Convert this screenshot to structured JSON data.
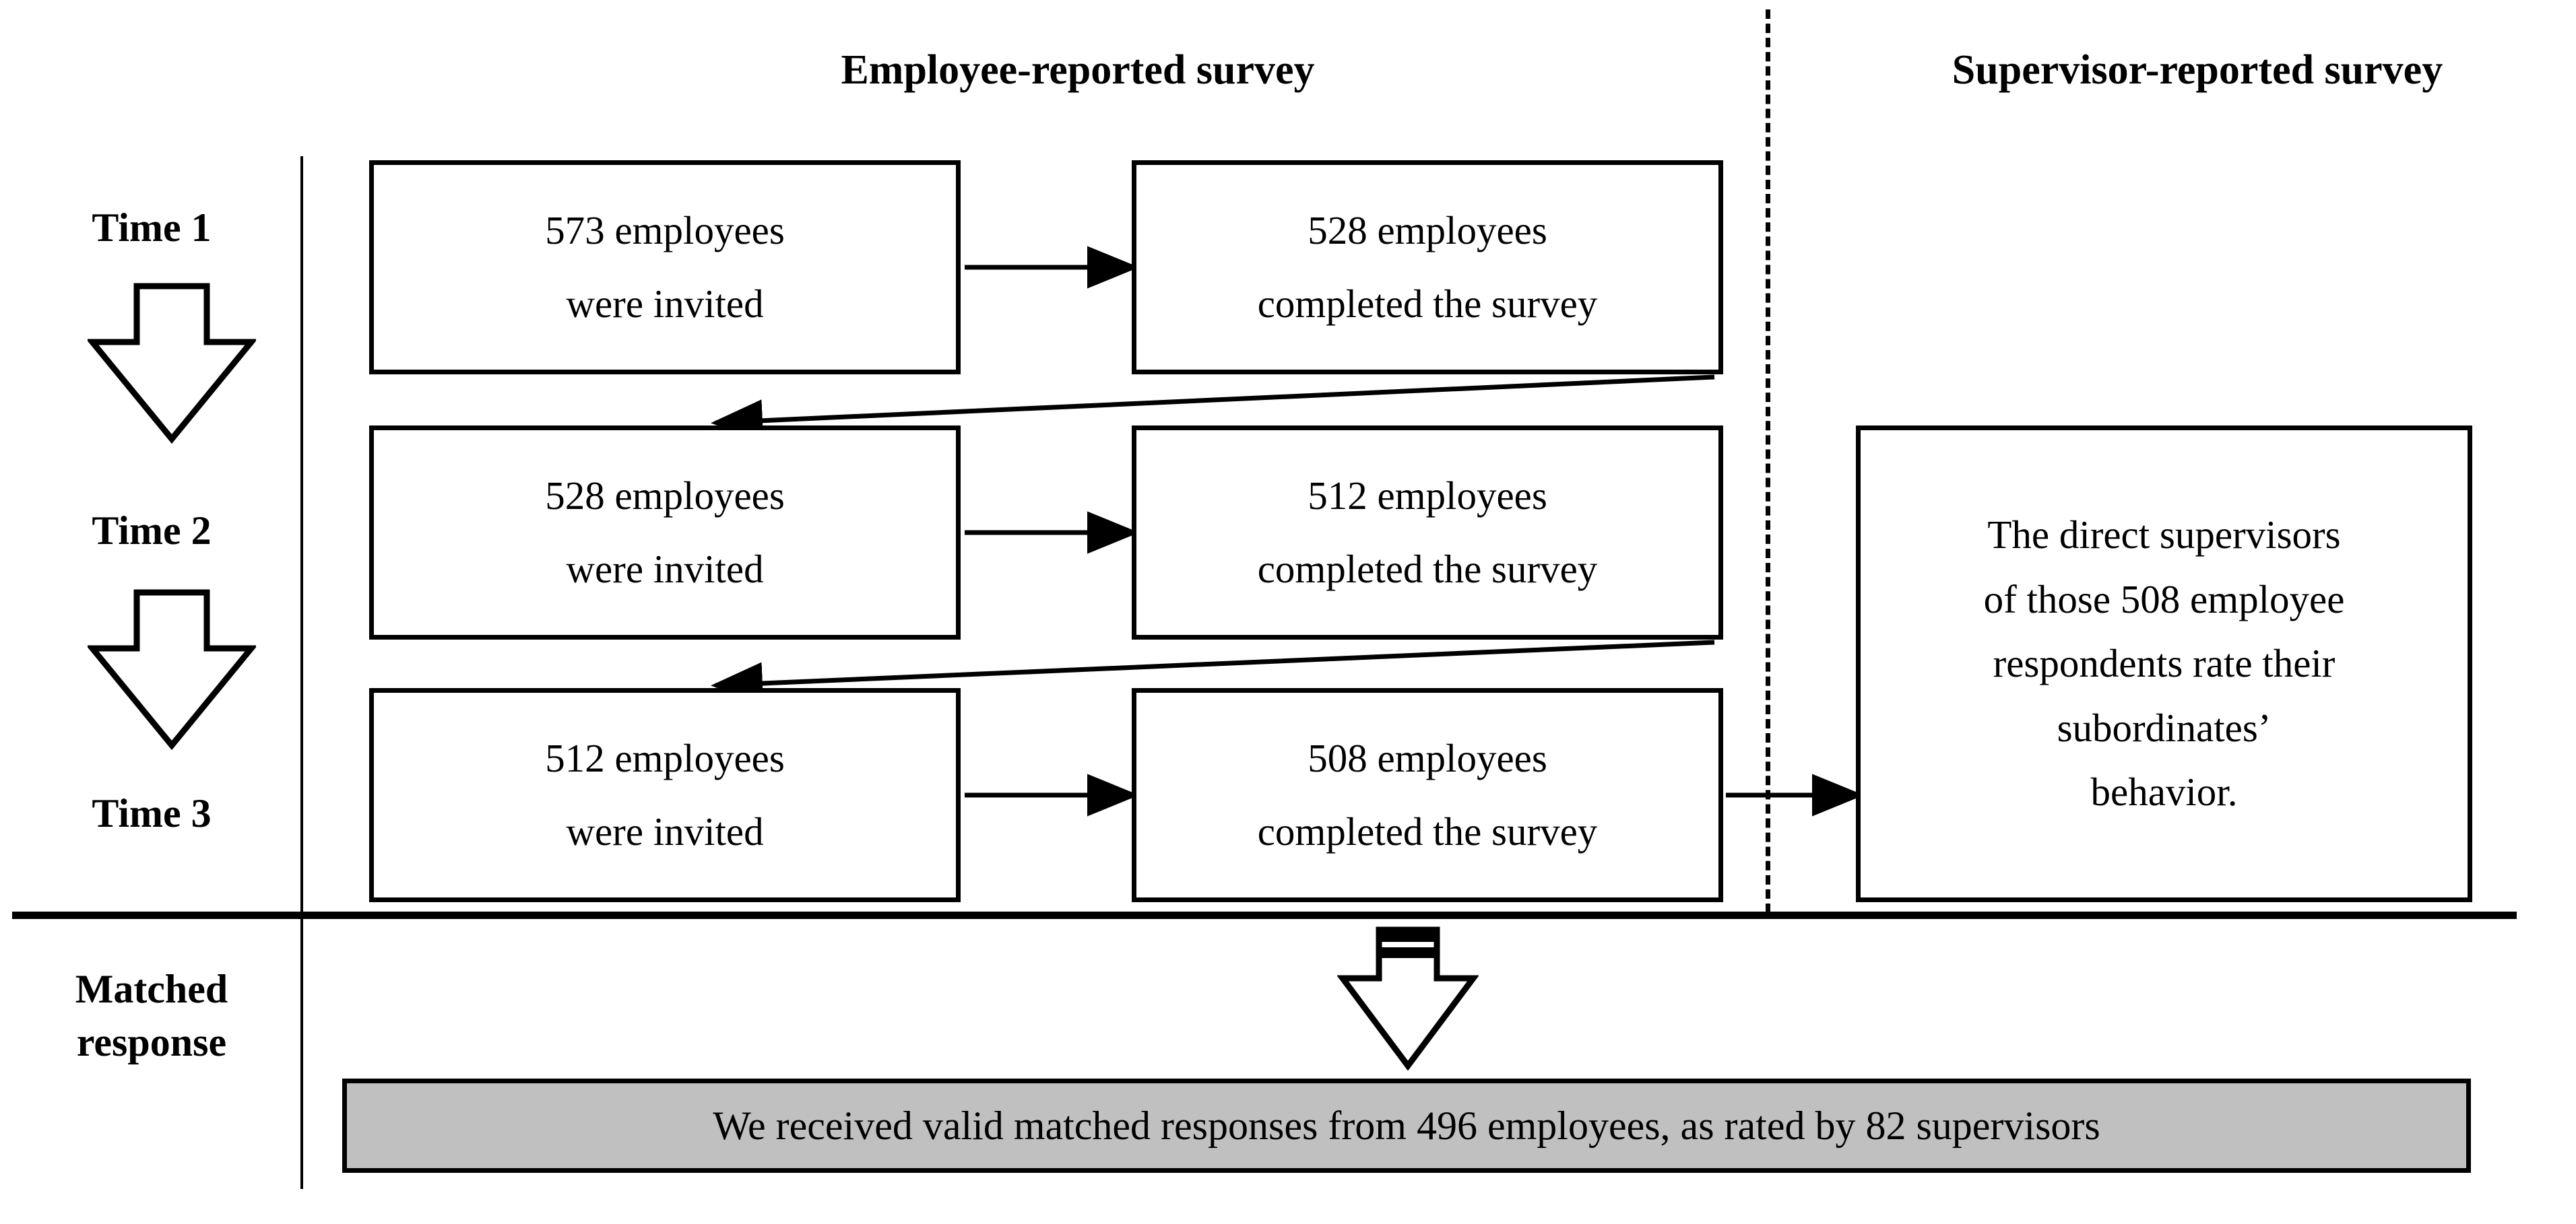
{
  "headings": {
    "employee": "Employee-reported survey",
    "supervisor": "Supervisor-reported survey"
  },
  "timeline": {
    "labels": [
      "Time 1",
      "Time 2",
      "Time 3"
    ],
    "matched_label_line1": "Matched",
    "matched_label_line2": "response"
  },
  "rows": [
    {
      "invited_line1": "573 employees",
      "invited_line2": "were invited",
      "completed_line1": "528 employees",
      "completed_line2": "completed the survey"
    },
    {
      "invited_line1": "528 employees",
      "invited_line2": "were invited",
      "completed_line1": "512 employees",
      "completed_line2": "completed the survey"
    },
    {
      "invited_line1": "512 employees",
      "invited_line2": "were invited",
      "completed_line1": "508 employees",
      "completed_line2": "completed the survey"
    }
  ],
  "supervisor_box": {
    "line1": "The direct supervisors",
    "line2": "of those 508 employee",
    "line3": "respondents rate their",
    "line4": "subordinates’",
    "line5": "behavior."
  },
  "matched_box": {
    "text": "We received valid matched responses from 496 employees, as rated by 82 supervisors"
  },
  "chart_data": {
    "type": "diagram",
    "title": "Survey data collection flow",
    "nodes": [
      {
        "id": "t1-invited",
        "time": "Time 1",
        "column": "employee-reported",
        "value": 573,
        "label": "573 employees were invited"
      },
      {
        "id": "t1-completed",
        "time": "Time 1",
        "column": "employee-reported",
        "value": 528,
        "label": "528 employees completed the survey"
      },
      {
        "id": "t2-invited",
        "time": "Time 2",
        "column": "employee-reported",
        "value": 528,
        "label": "528 employees were invited"
      },
      {
        "id": "t2-completed",
        "time": "Time 2",
        "column": "employee-reported",
        "value": 512,
        "label": "512 employees completed the survey"
      },
      {
        "id": "t3-invited",
        "time": "Time 3",
        "column": "employee-reported",
        "value": 512,
        "label": "512 employees were invited"
      },
      {
        "id": "t3-completed",
        "time": "Time 3",
        "column": "employee-reported",
        "value": 508,
        "label": "508 employees completed the survey"
      },
      {
        "id": "supervisor",
        "time": "Time 3",
        "column": "supervisor-reported",
        "value": 508,
        "label": "The direct supervisors of those 508 employee respondents rate their subordinates’ behavior."
      },
      {
        "id": "matched",
        "time": "Matched response",
        "column": "both",
        "value": 496,
        "label": "We received valid matched responses from 496 employees, as rated by 82 supervisors"
      }
    ],
    "edges": [
      {
        "from": "t1-invited",
        "to": "t1-completed"
      },
      {
        "from": "t1-completed",
        "to": "t2-invited"
      },
      {
        "from": "t2-invited",
        "to": "t2-completed"
      },
      {
        "from": "t2-completed",
        "to": "t3-invited"
      },
      {
        "from": "t3-invited",
        "to": "t3-completed"
      },
      {
        "from": "t3-completed",
        "to": "supervisor"
      },
      {
        "from": "supervisor",
        "to": "matched"
      }
    ],
    "final_counts": {
      "matched_employees": 496,
      "supervisors": 82
    }
  }
}
